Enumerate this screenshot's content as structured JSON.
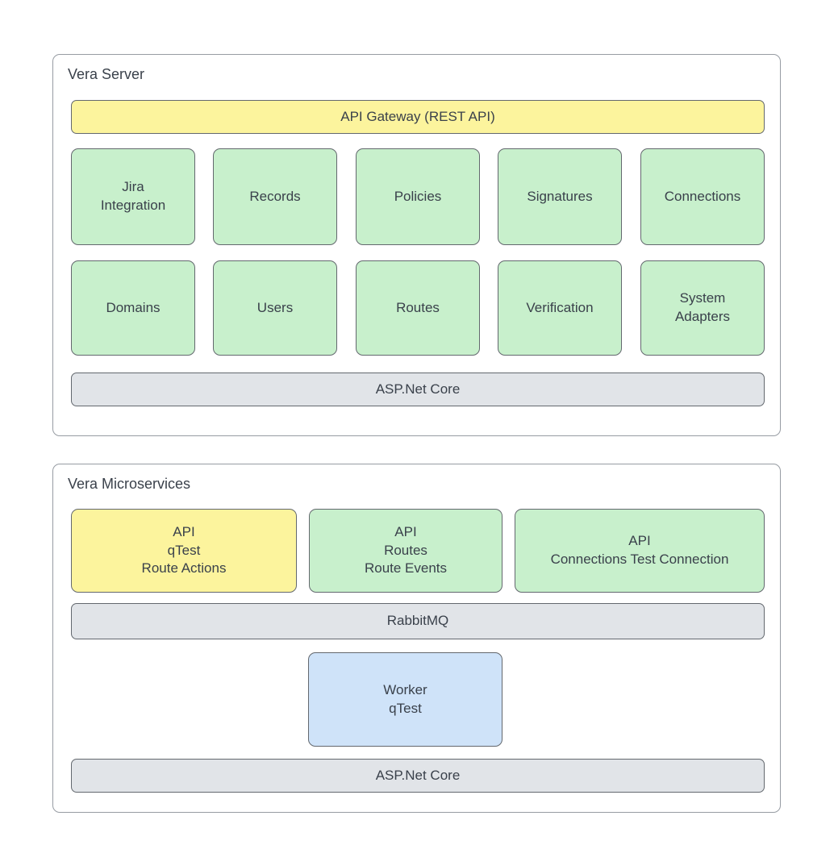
{
  "palette": {
    "yellow_fill": "#FCF49D",
    "green_fill": "#C8F0CC",
    "blue_fill": "#CFE3F9",
    "gray_fill": "#E1E4E8",
    "container_border": "#979CA3",
    "shape_border": "#63686E",
    "text": "#3A414B",
    "background": "#FFFFFF"
  },
  "server": {
    "title": "Vera Server",
    "gateway_label": "API Gateway (REST API)",
    "modules_row1": [
      "Jira\nIntegration",
      "Records",
      "Policies",
      "Signatures",
      "Connections"
    ],
    "modules_row2": [
      "Domains",
      "Users",
      "Routes",
      "Verification",
      "System\nAdapters"
    ],
    "platform_label": "ASP.Net Core"
  },
  "microservices": {
    "title": "Vera Microservices",
    "apis": [
      "API\nqTest\nRoute Actions",
      "API\nRoutes\nRoute Events",
      "API\nConnections Test Connection"
    ],
    "queue_label": "RabbitMQ",
    "worker_label": "Worker\nqTest",
    "platform_label": "ASP.Net Core"
  }
}
